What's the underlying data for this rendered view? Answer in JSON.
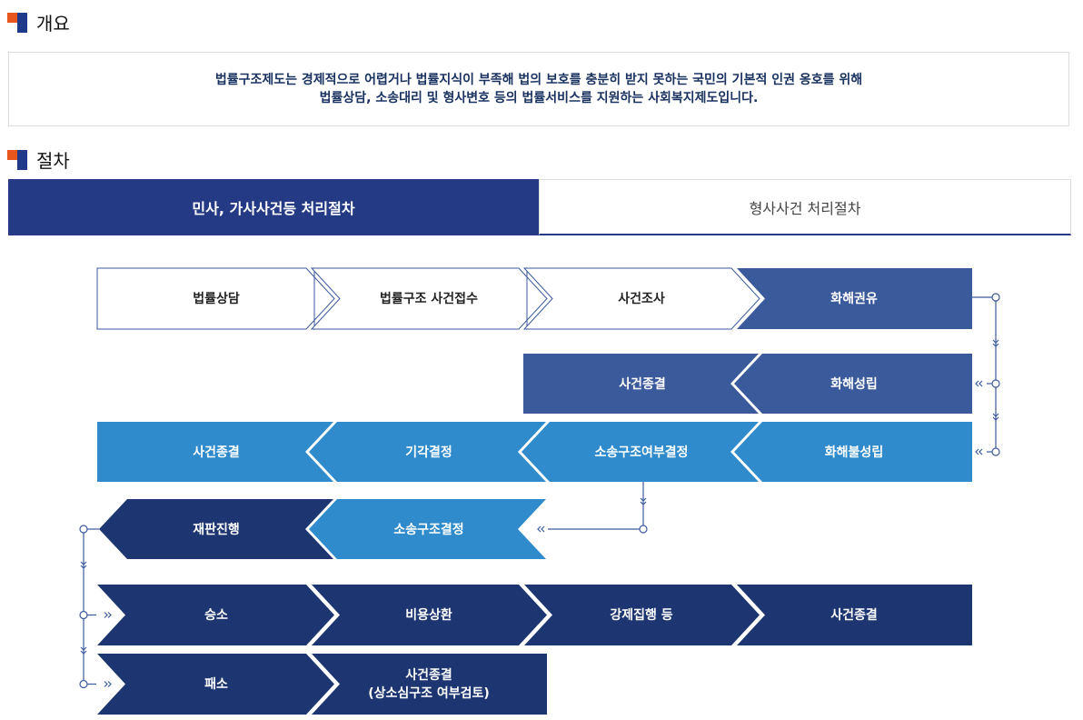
{
  "sections": {
    "overview": "개요",
    "procedure": "절차"
  },
  "summary": {
    "line1": "법률구조제도는 경제적으로 어렵거나 법률지식이 부족해 법의 보호를 충분히 받지 못하는 국민의 기본적 인권 옹호를 위해",
    "line2": "법률상담, 소송대리 및 형사변호 등의 법률서비스를 지원하는 사회복지제도입니다."
  },
  "tabs": {
    "civil": "민사, 가사사건등 처리절차",
    "criminal": "형사사건 처리절차"
  },
  "colors": {
    "outline": "#3b5a9c",
    "mid": "#3b5a9c",
    "light": "#2f8bcb",
    "dark": "#1d3672",
    "connector": "#3b5a9c"
  },
  "steps": {
    "r1": [
      "법률상담",
      "법률구조 사건접수",
      "사건조사",
      "화해권유"
    ],
    "r2": [
      "사건종결",
      "화해성립"
    ],
    "r3": [
      "사건종결",
      "기각결정",
      "소송구조여부결정",
      "화해불성립"
    ],
    "r4": [
      "재판진행",
      "소송구조결정"
    ],
    "r5": [
      "승소",
      "비용상환",
      "강제집행 등",
      "사건종결"
    ],
    "r6": [
      "패소",
      "사건종결",
      "(상소심구조 여부검토)"
    ]
  }
}
